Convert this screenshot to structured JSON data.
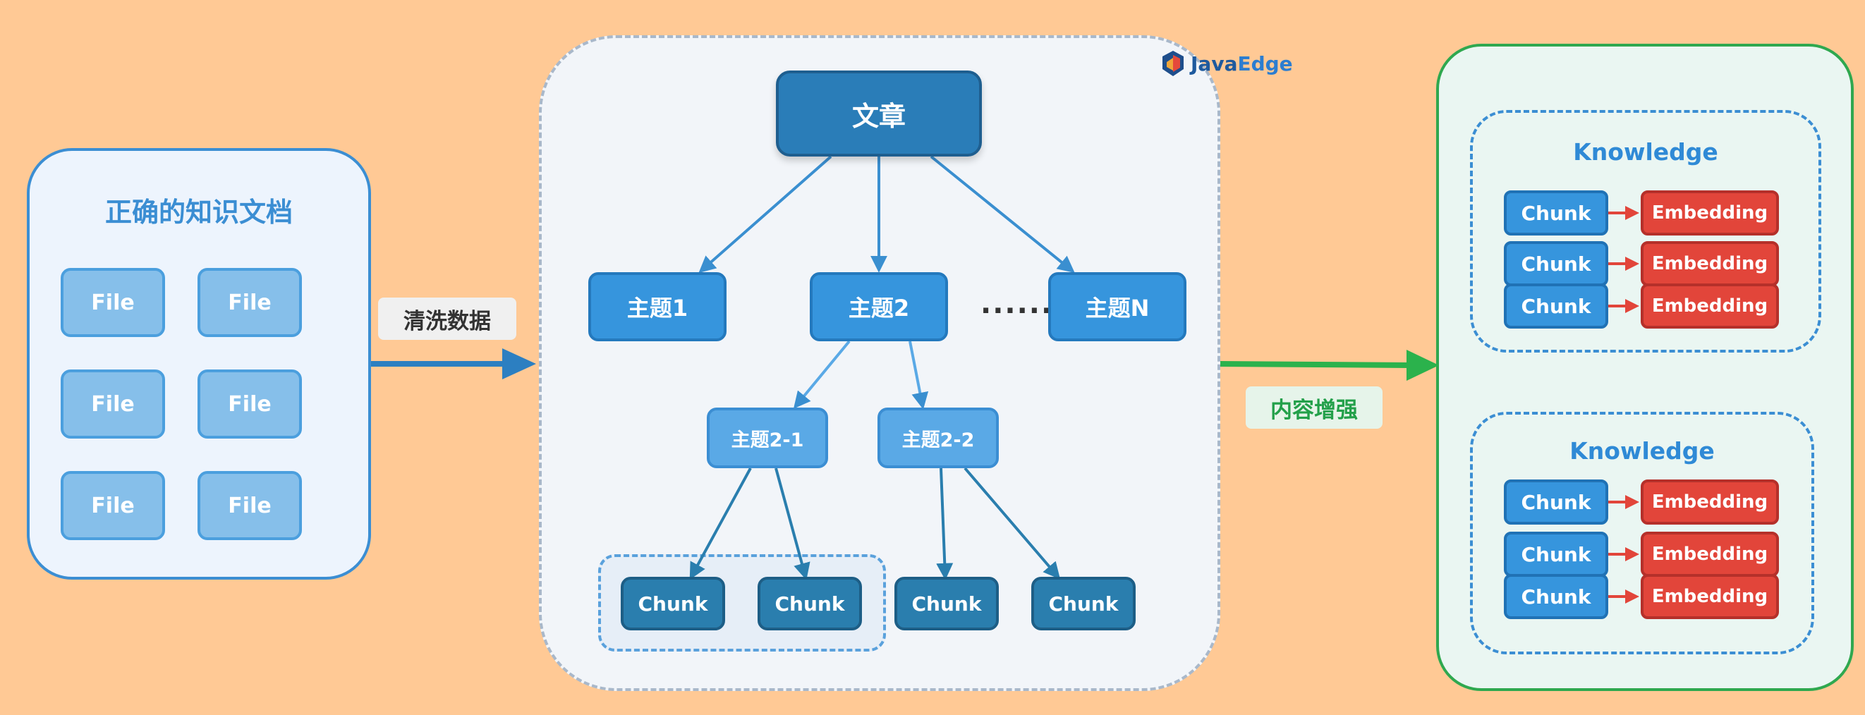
{
  "logo": {
    "text_java": "Java",
    "text_edge": "Edge"
  },
  "left_panel": {
    "title": "正确的知识文档",
    "files": [
      "File",
      "File",
      "File",
      "File",
      "File",
      "File"
    ]
  },
  "flow_labels": {
    "clean": "清洗数据",
    "enhance": "内容增强"
  },
  "tree": {
    "root": "文章",
    "topic1": "主题1",
    "topic2": "主题2",
    "ellipsis": "......",
    "topicN": "主题N",
    "sub1": "主题2-1",
    "sub2": "主题2-2",
    "chunks": [
      "Chunk",
      "Chunk",
      "Chunk",
      "Chunk"
    ]
  },
  "knowledge": [
    {
      "title": "Knowledge",
      "rows": [
        {
          "chunk": "Chunk",
          "embedding": "Embedding"
        },
        {
          "chunk": "Chunk",
          "embedding": "Embedding"
        },
        {
          "chunk": "Chunk",
          "embedding": "Embedding"
        }
      ]
    },
    {
      "title": "Knowledge",
      "rows": [
        {
          "chunk": "Chunk",
          "embedding": "Embedding"
        },
        {
          "chunk": "Chunk",
          "embedding": "Embedding"
        },
        {
          "chunk": "Chunk",
          "embedding": "Embedding"
        }
      ]
    }
  ],
  "colors": {
    "background": "#FFC995",
    "blue_arrow": "#2C7FC1",
    "green_arrow": "#2BB24C",
    "red_arrow": "#E2453A"
  }
}
